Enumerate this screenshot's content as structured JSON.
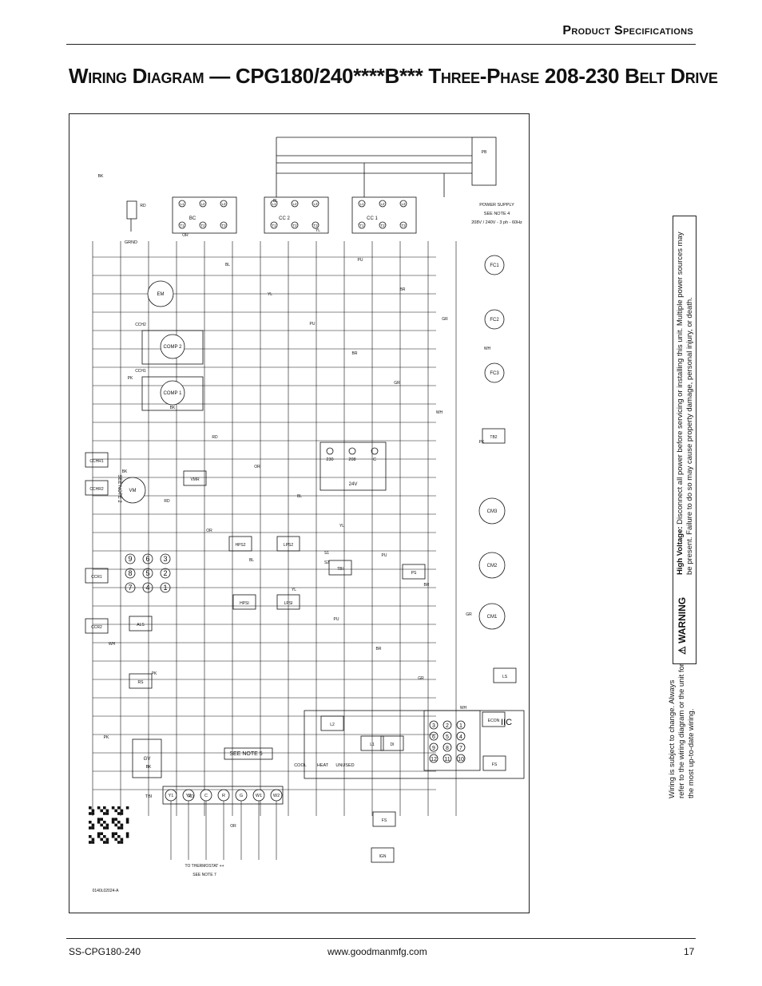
{
  "header": {
    "section": "Product Specifications",
    "title": "Wiring Diagram — CPG180/240****B*** Three-Phase 208-230 Belt Drive"
  },
  "warning": {
    "label": "WARNING",
    "lead": "High Voltage:",
    "text": "Disconnect all power before servicing or installing this unit. Multiple power sources may be present. Failure to do so may cause property damage, personal injury, or death."
  },
  "wiring_note": "Wiring is subject to change. Always refer to the wiring diagram or the unit for the most up-to-date wiring.",
  "footer": {
    "doc": "SS-CPG180-240",
    "url": "www.goodmanmfg.com",
    "page": "17"
  },
  "diagram": {
    "code": "0140L02024-A",
    "power_supply": [
      "POWER SUPPLY",
      "SEE NOTE 4",
      "208V / 240V - 3 ph - 60Hz"
    ],
    "thermostat": [
      "TO THERMOSTAT ++",
      "SEE NOTE 7"
    ],
    "see_note_5": "SEE NOTE 5",
    "see_note_2": "SEE NOTE 2",
    "iic": "IIC",
    "grnd": "GRND",
    "contactors": [
      {
        "label": "BC",
        "lines": [
          "L1",
          "L2",
          "L3"
        ],
        "loads": [
          "T1",
          "T2",
          "T3"
        ]
      },
      {
        "label": "CC 2",
        "lines": [
          "L1",
          "L2",
          "L3"
        ],
        "loads": [
          "T1",
          "T2",
          "T3"
        ]
      },
      {
        "label": "CC 1",
        "lines": [
          "L1",
          "L2",
          "L3"
        ],
        "loads": [
          "T1",
          "T2",
          "T3"
        ]
      }
    ],
    "motors": [
      "EM",
      "VM",
      "FC1",
      "FC2",
      "FC3",
      "CM1",
      "CM2",
      "CM3",
      "GV"
    ],
    "compressors": [
      "COMP 2",
      "COMP 1"
    ],
    "switches": [
      "HPS2",
      "LPS2",
      "HPSI",
      "LPSI",
      "ALS",
      "RS",
      "PS",
      "LS",
      "FS",
      "CCHR1",
      "CCHR2",
      "CCR1",
      "CCR2",
      "VMR",
      "TB2",
      "TBI",
      "ECON",
      "L1",
      "L2",
      "DI",
      "FS",
      "IGN",
      "PB"
    ],
    "heaters": [
      "CCH2",
      "CCH1"
    ],
    "transformer": {
      "taps": [
        "230",
        "208",
        "C"
      ],
      "out": "24V"
    },
    "tbi_terminals": [
      "Y1",
      "Y2",
      "C",
      "R",
      "G",
      "W1",
      "W2"
    ],
    "jumpers": [
      "COOL",
      "HEAT",
      "UNUSED"
    ],
    "wire_colors": [
      "BK",
      "RD",
      "OR",
      "BL",
      "YL",
      "PU",
      "BR",
      "GR",
      "WH",
      "PK"
    ],
    "relay_pins_a": [
      "9",
      "6",
      "3",
      "8",
      "5",
      "2",
      "7",
      "4",
      "1"
    ],
    "relay_pins_b": [
      "3",
      "2",
      "1",
      "6",
      "5",
      "4",
      "9",
      "8",
      "7",
      "12",
      "11",
      "10"
    ],
    "tb_labels": [
      "S1",
      "S2"
    ]
  }
}
